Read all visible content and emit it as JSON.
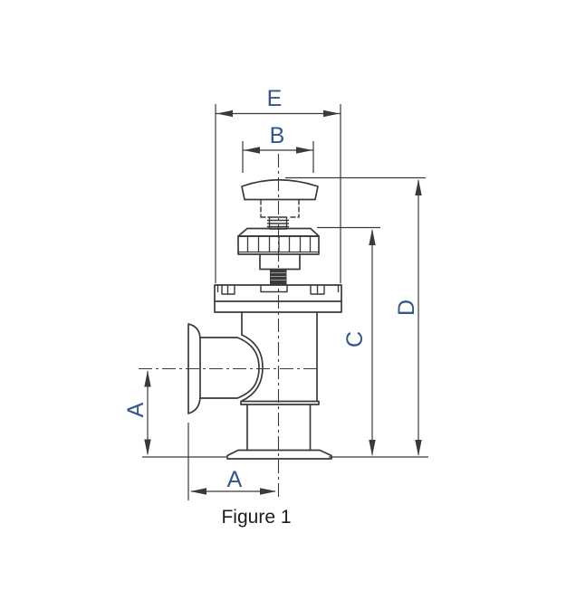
{
  "figure": {
    "caption": "Figure 1",
    "description": "Technical line drawing of an angle valve with knurled handwheel, side port flange and bottom flange"
  },
  "dimension_labels": {
    "e": "E",
    "b": "B",
    "c": "C",
    "d": "D",
    "a_vertical": "A",
    "a_horizontal": "A"
  },
  "colors": {
    "line": "#3a3a3a",
    "dimension_text": "#35558e",
    "caption_text": "#1c1c1c",
    "background": "#ffffff"
  }
}
